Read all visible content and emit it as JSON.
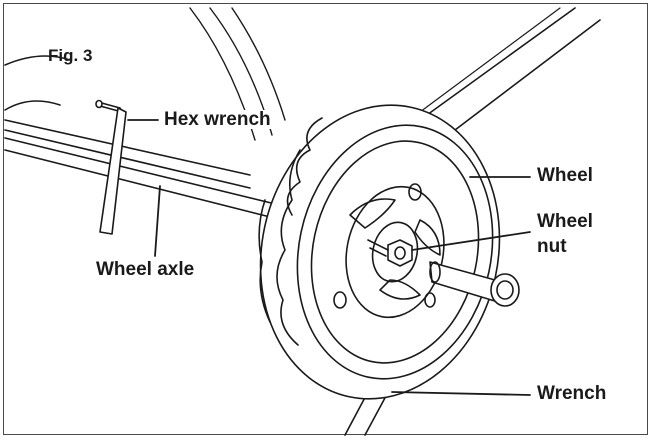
{
  "figure": {
    "label": "Fig. 3"
  },
  "callouts": {
    "hex_wrench": "Hex wrench",
    "wheel": "Wheel",
    "wheel_nut_line1": "Wheel",
    "wheel_nut_line2": "nut",
    "wheel_axle": "Wheel axle",
    "wrench": "Wrench"
  },
  "colors": {
    "line": "#1a1a1a",
    "background": "#ffffff"
  }
}
